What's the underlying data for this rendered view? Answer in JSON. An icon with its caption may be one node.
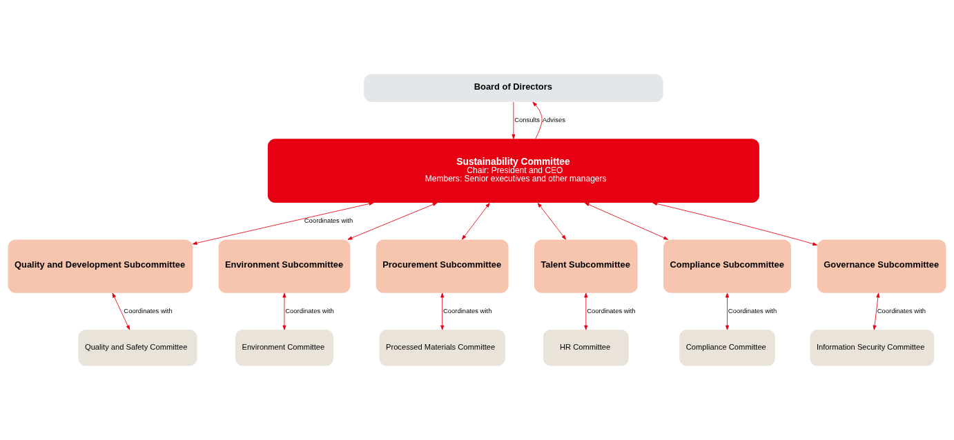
{
  "diagram": {
    "nodes": [
      {
        "text": [
          "Board of Directors"
        ]
      },
      {
        "text": [
          "Sustainability Committee",
          "Chair: President and CEO",
          "Members: Senior executives and other managers"
        ]
      },
      {
        "text": [
          "Quality and Development Subcommittee"
        ]
      },
      {
        "text": [
          "Environment Subcommittee"
        ]
      },
      {
        "text": [
          "Procurement Subcommittee"
        ]
      },
      {
        "text": [
          "Talent Subcommittee"
        ]
      },
      {
        "text": [
          "Compliance Subcommittee"
        ]
      },
      {
        "text": [
          "Governance Subcommittee"
        ]
      },
      {
        "text": [
          "Quality and Safety Committee"
        ]
      },
      {
        "text": [
          "Environment Committee"
        ]
      },
      {
        "text": [
          "Processed Materials Committee"
        ]
      },
      {
        "text": [
          "HR Committee"
        ]
      },
      {
        "text": [
          "Compliance Committee"
        ]
      },
      {
        "text": [
          "Information Security Committee"
        ]
      }
    ],
    "edges": [
      {
        "from": 0,
        "to": 1,
        "arrow": "to",
        "label": "Consults"
      },
      {
        "from": 1,
        "to": 0,
        "arrow": "to",
        "label": "Advises"
      },
      {
        "from": 1,
        "to": 2,
        "arrow": "both",
        "label": "Coordinates with"
      },
      {
        "from": 1,
        "to": 3,
        "arrow": "both"
      },
      {
        "from": 1,
        "to": 4,
        "arrow": "both"
      },
      {
        "from": 1,
        "to": 5,
        "arrow": "both"
      },
      {
        "from": 1,
        "to": 6,
        "arrow": "both"
      },
      {
        "from": 1,
        "to": 7,
        "arrow": "both"
      },
      {
        "from": 2,
        "to": 8,
        "arrow": "both",
        "label": "Coordinates with"
      },
      {
        "from": 3,
        "to": 9,
        "arrow": "both",
        "label": "Coordinates with"
      },
      {
        "from": 4,
        "to": 10,
        "arrow": "both",
        "label": "Coordinates with"
      },
      {
        "from": 5,
        "to": 11,
        "arrow": "both",
        "label": "Coordinates with"
      },
      {
        "from": 6,
        "to": 12,
        "arrow": "both",
        "label": "Coordinates with"
      },
      {
        "from": 7,
        "to": 13,
        "arrow": "both",
        "label": "Coordinates with"
      }
    ]
  }
}
